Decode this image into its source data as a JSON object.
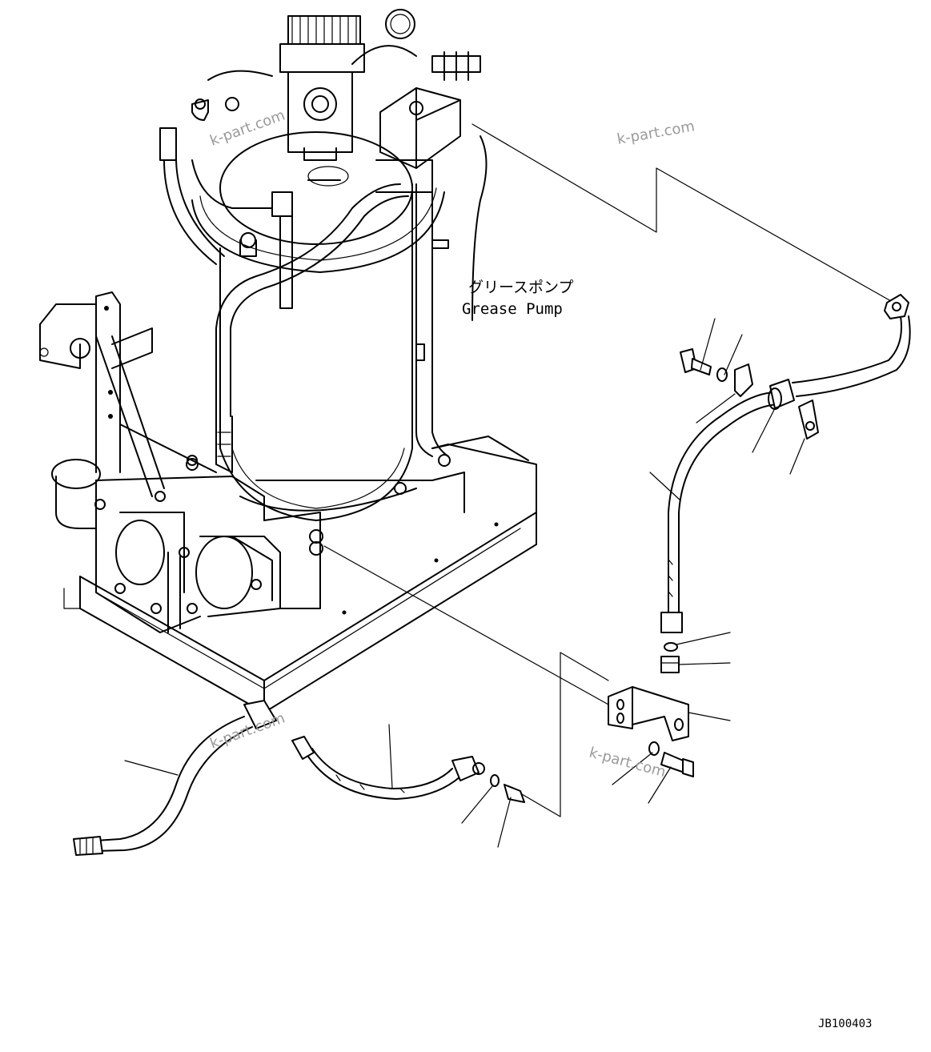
{
  "label": {
    "japanese": "グリースポンプ",
    "english": "Grease Pump"
  },
  "watermarks": [
    "k-part.com",
    "k-part.com",
    "k-part.com",
    "k-part.com"
  ],
  "drawing_number": "JB100403"
}
